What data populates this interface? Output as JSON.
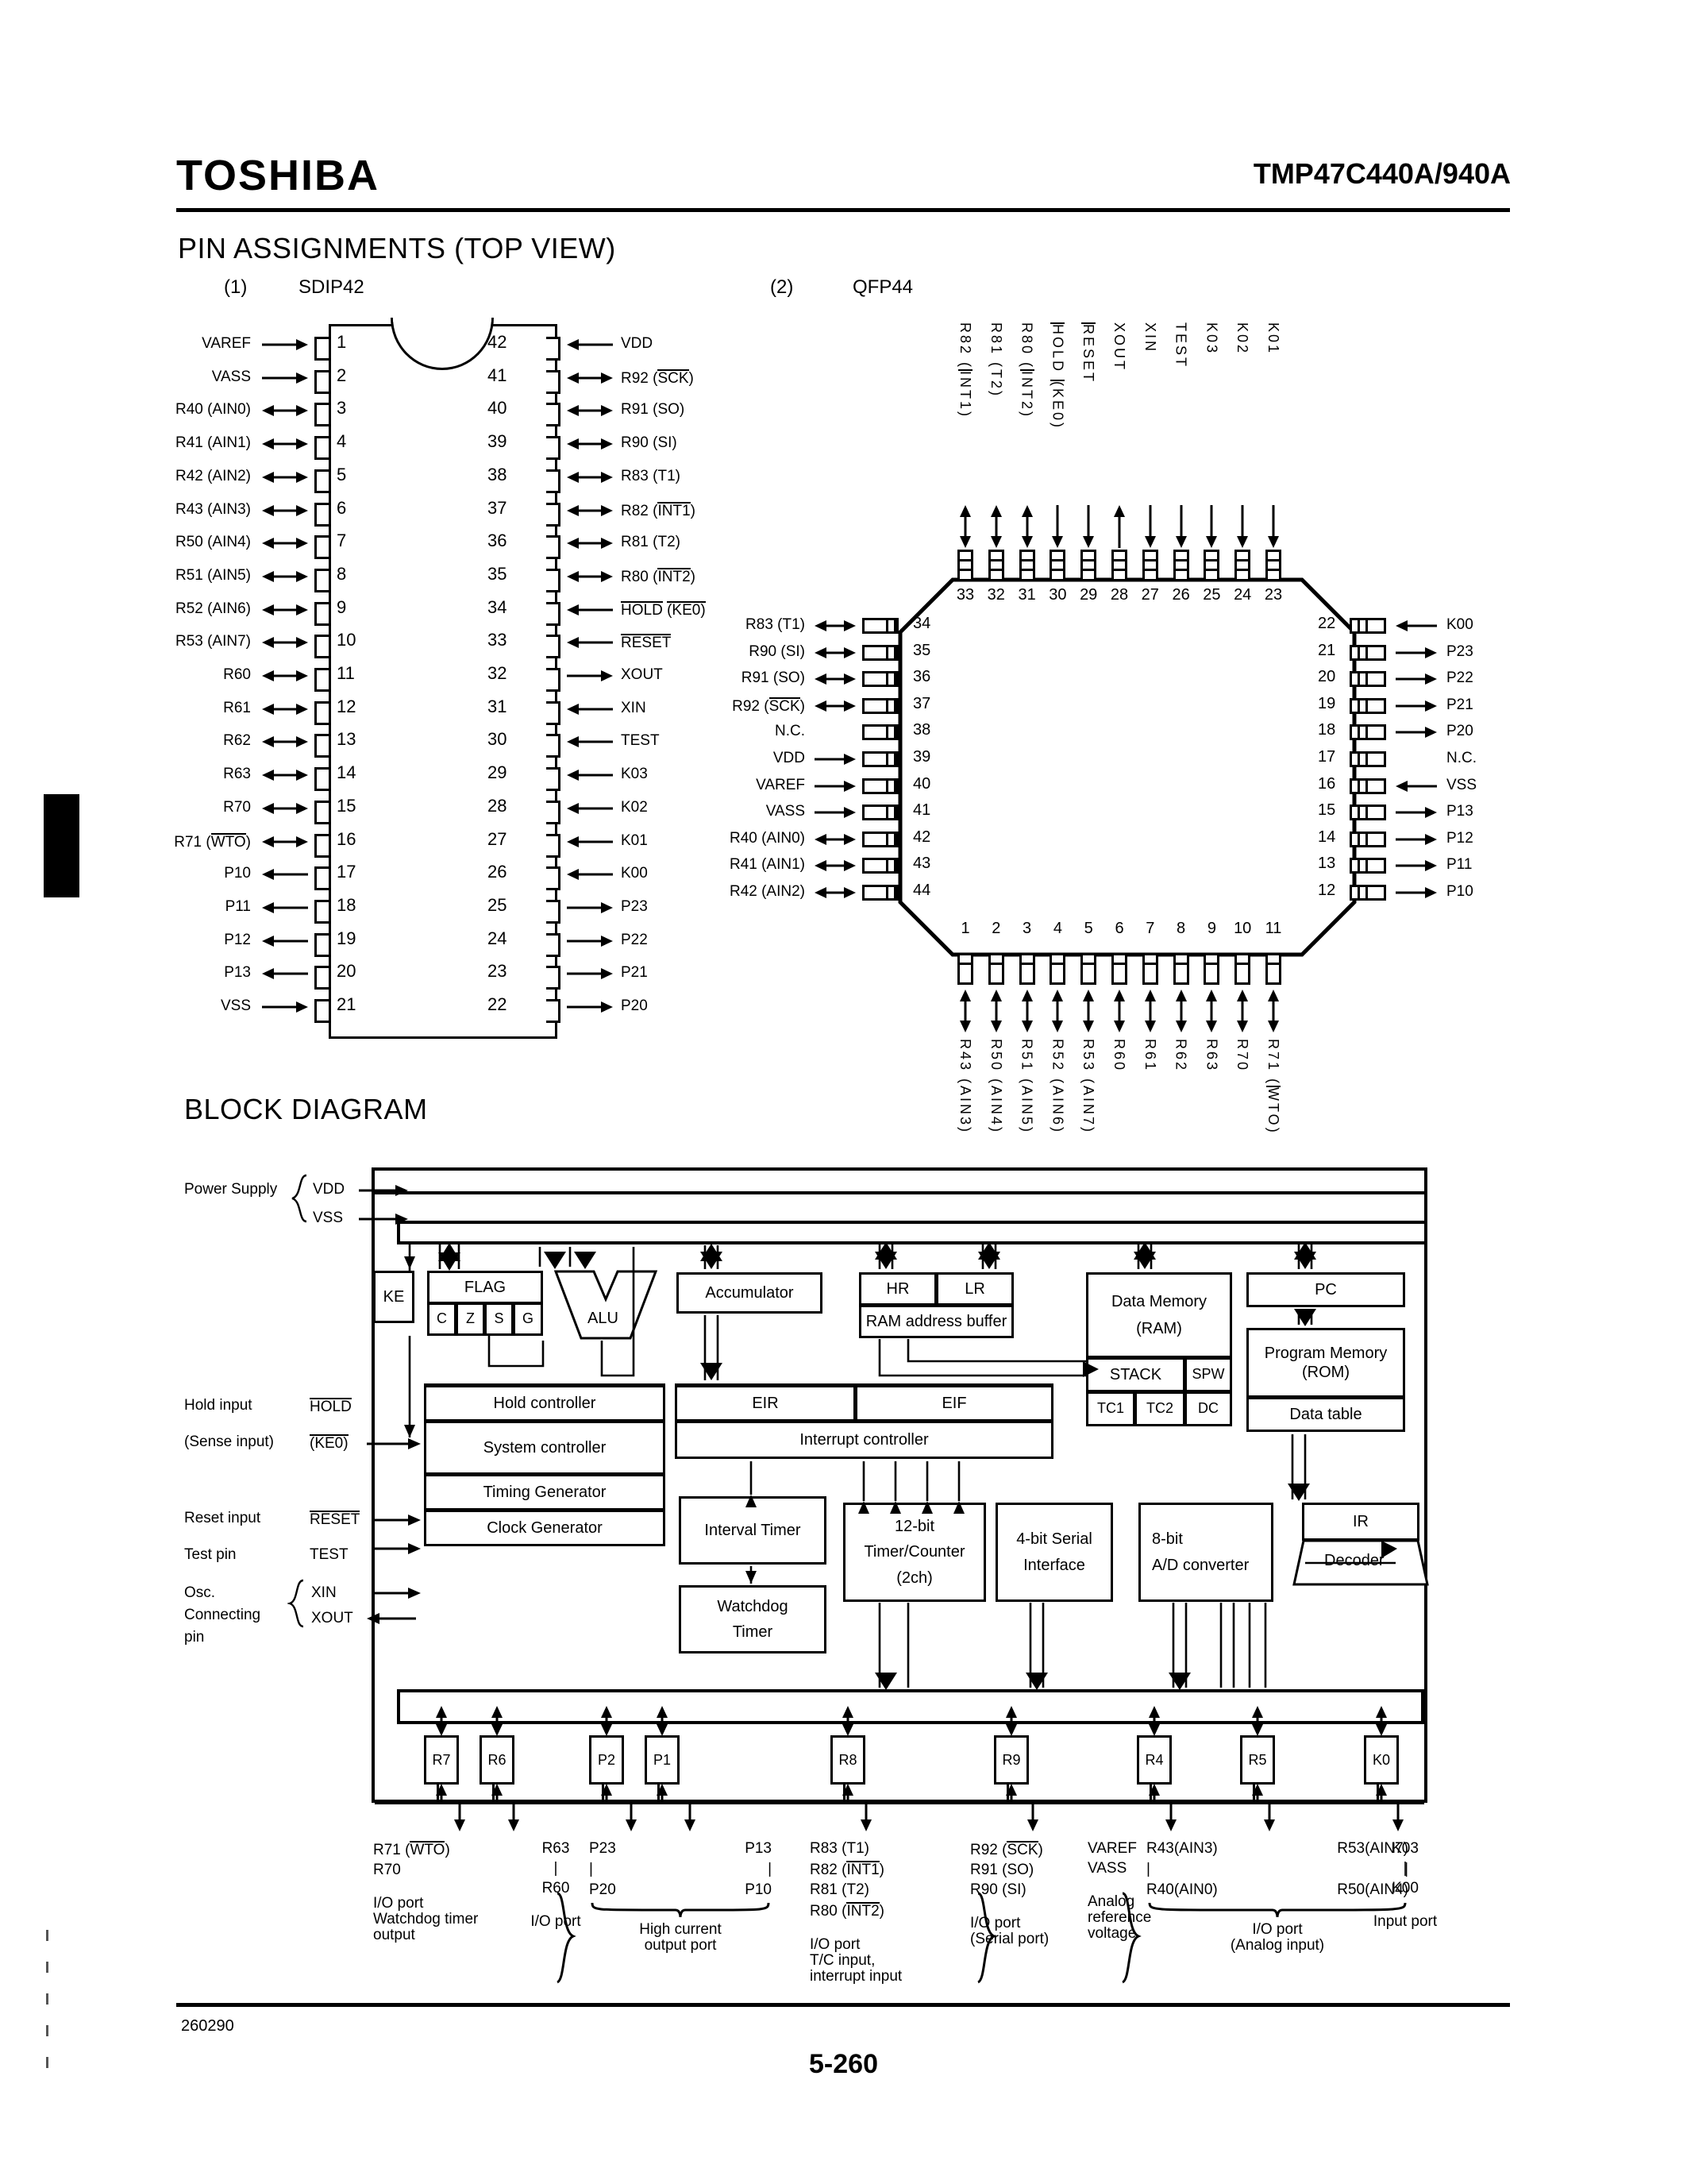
{
  "header": {
    "brand": "TOSHIBA",
    "part_number": "TMP47C440A/940A"
  },
  "sections": {
    "pin_assignments_title": "PIN ASSIGNMENTS (TOP VIEW)",
    "block_diagram_title": "BLOCK DIAGRAM"
  },
  "packages": {
    "sdip": {
      "index": "(1)",
      "name": "SDIP42"
    },
    "qfp": {
      "index": "(2)",
      "name": "QFP44"
    }
  },
  "sdip42": {
    "left": [
      {
        "pin": "1",
        "label": "VAREF",
        "dir": "in"
      },
      {
        "pin": "2",
        "label": "VASS",
        "dir": "in"
      },
      {
        "pin": "3",
        "label": "R40 (AIN0)",
        "dir": "bi"
      },
      {
        "pin": "4",
        "label": "R41 (AIN1)",
        "dir": "bi"
      },
      {
        "pin": "5",
        "label": "R42 (AIN2)",
        "dir": "bi"
      },
      {
        "pin": "6",
        "label": "R43 (AIN3)",
        "dir": "bi"
      },
      {
        "pin": "7",
        "label": "R50 (AIN4)",
        "dir": "bi"
      },
      {
        "pin": "8",
        "label": "R51 (AIN5)",
        "dir": "bi"
      },
      {
        "pin": "9",
        "label": "R52 (AIN6)",
        "dir": "bi"
      },
      {
        "pin": "10",
        "label": "R53 (AIN7)",
        "dir": "bi"
      },
      {
        "pin": "11",
        "label": "R60",
        "dir": "bi"
      },
      {
        "pin": "12",
        "label": "R61",
        "dir": "bi"
      },
      {
        "pin": "13",
        "label": "R62",
        "dir": "bi"
      },
      {
        "pin": "14",
        "label": "R63",
        "dir": "bi"
      },
      {
        "pin": "15",
        "label": "R70",
        "dir": "bi"
      },
      {
        "pin": "16",
        "label": "R71 (WTO)",
        "dir": "bi",
        "overline": "WTO"
      },
      {
        "pin": "17",
        "label": "P10",
        "dir": "out"
      },
      {
        "pin": "18",
        "label": "P11",
        "dir": "out"
      },
      {
        "pin": "19",
        "label": "P12",
        "dir": "out"
      },
      {
        "pin": "20",
        "label": "P13",
        "dir": "out"
      },
      {
        "pin": "21",
        "label": "VSS",
        "dir": "in"
      }
    ],
    "right": [
      {
        "pin": "42",
        "label": "VDD",
        "dir": "in"
      },
      {
        "pin": "41",
        "label": "R92 (SCK)",
        "dir": "bi",
        "overline": "SCK"
      },
      {
        "pin": "40",
        "label": "R91 (SO)",
        "dir": "bi"
      },
      {
        "pin": "39",
        "label": "R90 (SI)",
        "dir": "bi"
      },
      {
        "pin": "38",
        "label": "R83 (T1)",
        "dir": "bi"
      },
      {
        "pin": "37",
        "label": "R82 (INT1)",
        "dir": "bi",
        "overline": "INT1"
      },
      {
        "pin": "36",
        "label": "R81 (T2)",
        "dir": "bi"
      },
      {
        "pin": "35",
        "label": "R80 (INT2)",
        "dir": "bi",
        "overline": "INT2"
      },
      {
        "pin": "34",
        "label": "HOLD (KE0)",
        "dir": "in",
        "overline": "both"
      },
      {
        "pin": "33",
        "label": "RESET",
        "dir": "in",
        "overline": "RESET"
      },
      {
        "pin": "32",
        "label": "XOUT",
        "dir": "out"
      },
      {
        "pin": "31",
        "label": "XIN",
        "dir": "in"
      },
      {
        "pin": "30",
        "label": "TEST",
        "dir": "in"
      },
      {
        "pin": "29",
        "label": "K03",
        "dir": "in"
      },
      {
        "pin": "28",
        "label": "K02",
        "dir": "in"
      },
      {
        "pin": "27",
        "label": "K01",
        "dir": "in"
      },
      {
        "pin": "26",
        "label": "K00",
        "dir": "in"
      },
      {
        "pin": "25",
        "label": "P23",
        "dir": "out"
      },
      {
        "pin": "24",
        "label": "P22",
        "dir": "out"
      },
      {
        "pin": "23",
        "label": "P21",
        "dir": "out"
      },
      {
        "pin": "22",
        "label": "P20",
        "dir": "out"
      }
    ]
  },
  "qfp44": {
    "top": [
      {
        "pin": "33",
        "label": "R82 (INT1)",
        "dir": "bi",
        "overline": "INT1"
      },
      {
        "pin": "32",
        "label": "R81 (T2)",
        "dir": "bi"
      },
      {
        "pin": "31",
        "label": "R80 (INT2)",
        "dir": "bi",
        "overline": "INT2"
      },
      {
        "pin": "30",
        "label": "HOLD (KE0)",
        "dir": "in",
        "overline": "both"
      },
      {
        "pin": "29",
        "label": "RESET",
        "dir": "in",
        "overline": "RESET"
      },
      {
        "pin": "28",
        "label": "XOUT",
        "dir": "out"
      },
      {
        "pin": "27",
        "label": "XIN",
        "dir": "in"
      },
      {
        "pin": "26",
        "label": "TEST",
        "dir": "in"
      },
      {
        "pin": "25",
        "label": "K03",
        "dir": "in"
      },
      {
        "pin": "24",
        "label": "K02",
        "dir": "in"
      },
      {
        "pin": "23",
        "label": "K01",
        "dir": "in"
      }
    ],
    "left": [
      {
        "pin": "34",
        "label": "R83 (T1)",
        "dir": "bi"
      },
      {
        "pin": "35",
        "label": "R90 (SI)",
        "dir": "bi"
      },
      {
        "pin": "36",
        "label": "R91 (SO)",
        "dir": "bi"
      },
      {
        "pin": "37",
        "label": "R92 (SCK)",
        "dir": "bi",
        "overline": "SCK"
      },
      {
        "pin": "38",
        "label": "N.C.",
        "dir": "none"
      },
      {
        "pin": "39",
        "label": "VDD",
        "dir": "in"
      },
      {
        "pin": "40",
        "label": "VAREF",
        "dir": "in"
      },
      {
        "pin": "41",
        "label": "VASS",
        "dir": "in"
      },
      {
        "pin": "42",
        "label": "R40 (AIN0)",
        "dir": "bi"
      },
      {
        "pin": "43",
        "label": "R41 (AIN1)",
        "dir": "bi"
      },
      {
        "pin": "44",
        "label": "R42 (AIN2)",
        "dir": "bi"
      }
    ],
    "right": [
      {
        "pin": "22",
        "label": "K00",
        "dir": "in"
      },
      {
        "pin": "21",
        "label": "P23",
        "dir": "out"
      },
      {
        "pin": "20",
        "label": "P22",
        "dir": "out"
      },
      {
        "pin": "19",
        "label": "P21",
        "dir": "out"
      },
      {
        "pin": "18",
        "label": "P20",
        "dir": "out"
      },
      {
        "pin": "17",
        "label": "N.C.",
        "dir": "none"
      },
      {
        "pin": "16",
        "label": "VSS",
        "dir": "in"
      },
      {
        "pin": "15",
        "label": "P13",
        "dir": "out"
      },
      {
        "pin": "14",
        "label": "P12",
        "dir": "out"
      },
      {
        "pin": "13",
        "label": "P11",
        "dir": "out"
      },
      {
        "pin": "12",
        "label": "P10",
        "dir": "out"
      }
    ],
    "bottom": [
      {
        "pin": "1",
        "label": "R43 (AIN3)",
        "dir": "bi"
      },
      {
        "pin": "2",
        "label": "R50 (AIN4)",
        "dir": "bi"
      },
      {
        "pin": "3",
        "label": "R51 (AIN5)",
        "dir": "bi"
      },
      {
        "pin": "4",
        "label": "R52 (AIN6)",
        "dir": "bi"
      },
      {
        "pin": "5",
        "label": "R53 (AIN7)",
        "dir": "bi"
      },
      {
        "pin": "6",
        "label": "R60",
        "dir": "bi"
      },
      {
        "pin": "7",
        "label": "R61",
        "dir": "bi"
      },
      {
        "pin": "8",
        "label": "R62",
        "dir": "bi"
      },
      {
        "pin": "9",
        "label": "R63",
        "dir": "bi"
      },
      {
        "pin": "10",
        "label": "R70",
        "dir": "bi"
      },
      {
        "pin": "11",
        "label": "R71 (WTO)",
        "dir": "bi",
        "overline": "WTO"
      }
    ]
  },
  "block_diagram": {
    "left_signals": {
      "power_supply": "Power Supply",
      "vdd": "VDD",
      "vss": "VSS",
      "hold_input": "Hold input",
      "sense_input": "(Sense input)",
      "hold": "HOLD",
      "ke0": "(KE0)",
      "reset_input": "Reset input",
      "reset": "RESET",
      "test_pin": "Test pin",
      "test": "TEST",
      "osc": "Osc.",
      "connecting": "Connecting",
      "pin": "pin",
      "xin": "XIN",
      "xout": "XOUT"
    },
    "blocks": {
      "ke": "KE",
      "flag": "FLAG",
      "flag_bits": [
        "C",
        "Z",
        "S",
        "G"
      ],
      "alu": "ALU",
      "accumulator": "Accumulator",
      "hr": "HR",
      "lr": "LR",
      "ram_address_buffer": "RAM address buffer",
      "data_memory": "Data Memory",
      "data_memory_sub": "(RAM)",
      "stack": "STACK",
      "spw": "SPW",
      "tc1": "TC1",
      "tc2": "TC2",
      "dc": "DC",
      "pc": "PC",
      "program_memory": "Program Memory",
      "program_memory_sub": "(ROM)",
      "data_table": "Data table",
      "hold_controller": "Hold controller",
      "system_controller": "System controller",
      "timing_generator": "Timing Generator",
      "clock_generator": "Clock Generator",
      "eir": "EIR",
      "eif": "EIF",
      "interrupt_controller": "Interrupt controller",
      "interval_timer": "Interval Timer",
      "watchdog_timer_l1": "Watchdog",
      "watchdog_timer_l2": "Timer",
      "timer_counter_l1": "12-bit",
      "timer_counter_l2": "Timer/Counter",
      "timer_counter_l3": "(2ch)",
      "serial_if_l1": "4-bit Serial",
      "serial_if_l2": "Interface",
      "adc_l1": "8-bit",
      "adc_l2": "A/D converter",
      "ir": "IR",
      "decoder": "Decoder"
    },
    "ports": [
      {
        "name": "R7"
      },
      {
        "name": "R6"
      },
      {
        "name": "P2"
      },
      {
        "name": "P1"
      },
      {
        "name": "R8"
      },
      {
        "name": "R9"
      },
      {
        "name": "R4"
      },
      {
        "name": "R5"
      },
      {
        "name": "K0"
      }
    ],
    "pin_groups": [
      {
        "id": "r7",
        "lines": [
          "R71 (WTO)",
          "R70"
        ],
        "overline": "WTO",
        "desc": [
          "I/O port",
          "Watchdog timer",
          "output"
        ],
        "brace": true
      },
      {
        "id": "r6",
        "lines": [
          "R63",
          "|",
          "R60"
        ],
        "desc": [
          "I/O port"
        ],
        "brace": false
      },
      {
        "id": "p2p1",
        "lines": [
          "P23",
          "P13"
        ],
        "sub": [
          "P20",
          "P10"
        ],
        "desc": [
          "High current",
          "output port"
        ],
        "brace": true
      },
      {
        "id": "r8",
        "lines": [
          "R83 (T1)",
          "R82 (INT1)",
          "R81 (T2)",
          "R80 (INT2)"
        ],
        "desc": [
          "I/O port",
          "T/C input,",
          "interrupt input"
        ],
        "brace": true
      },
      {
        "id": "r9",
        "lines": [
          "R92 (SCK)",
          "R91 (SO)",
          "R90 (SI)"
        ],
        "desc": [
          "I/O port",
          "(Serial port)"
        ],
        "brace": true
      },
      {
        "id": "varef",
        "lines": [
          "VAREF",
          "VASS"
        ],
        "desc": [
          "Analog",
          "reference",
          "voltage"
        ],
        "brace": false
      },
      {
        "id": "r4r5",
        "lines": [
          "R43(AIN3)",
          "R53(AIN7)"
        ],
        "sub": [
          "R40(AIN0)",
          "R50(AIN4)"
        ],
        "desc": [
          "I/O port",
          "(Analog input)"
        ],
        "brace": true
      },
      {
        "id": "k0",
        "lines": [
          "K03",
          "|",
          "K00"
        ],
        "desc": [
          "Input port"
        ],
        "brace": false
      }
    ]
  },
  "footer": {
    "doc_code": "260290",
    "page_number": "5-260"
  }
}
